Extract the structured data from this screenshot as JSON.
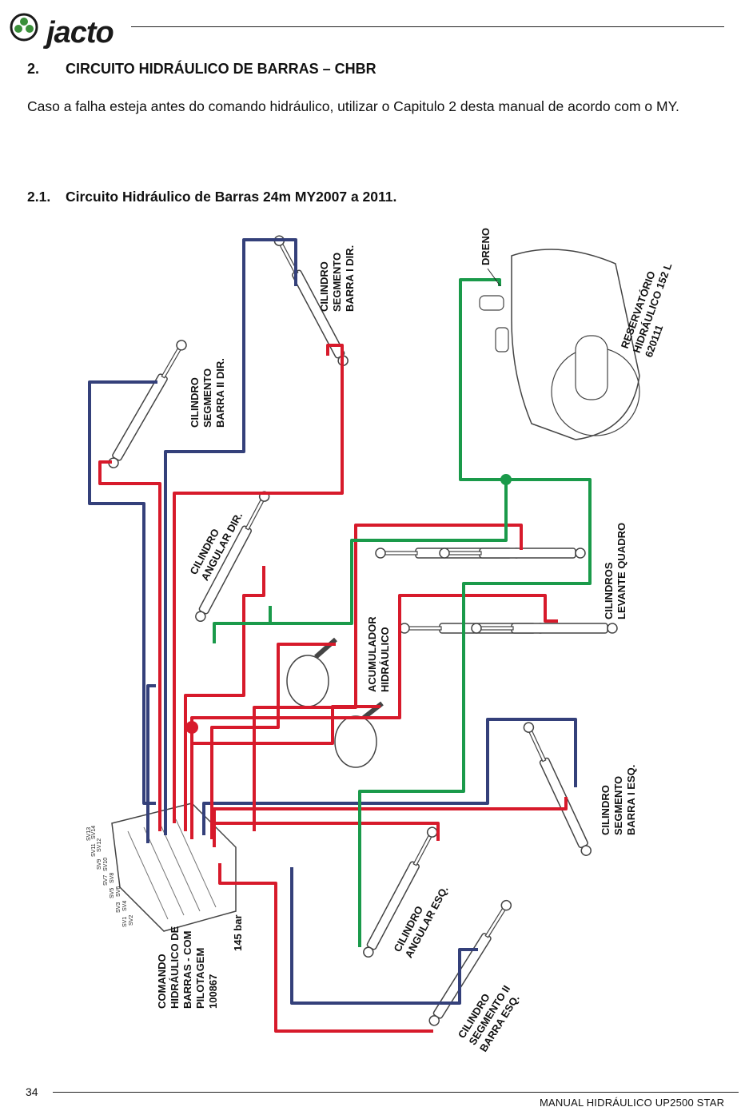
{
  "header": {
    "logo_text": "jacto"
  },
  "section": {
    "number": "2.",
    "title": "CIRCUITO HIDRÁULICO DE BARRAS – CHBR"
  },
  "intro": "Caso a falha esteja antes do comando hidráulico, utilizar o Capitulo 2 desta manual de acordo com o MY.",
  "subsection": {
    "number": "2.1.",
    "title": "Circuito Hidráulico de Barras 24m MY2007 a 2011."
  },
  "diagram": {
    "labels": {
      "dreno": "DRENO",
      "reservatorio": [
        "RESERVATÓRIO",
        "HIDRÁULICO 152 L",
        "620111"
      ],
      "seg_barra_i_dir": [
        "CILINDRO",
        "SEGMENTO",
        "BARRA I DIR."
      ],
      "seg_barra_ii_dir": [
        "CILINDRO",
        "SEGMENTO",
        "BARRA II DIR."
      ],
      "angular_dir": [
        "CILINDRO",
        "ANGULAR DIR."
      ],
      "levante_quadro": [
        "CILINDROS",
        "LEVANTE QUADRO"
      ],
      "acumulador": [
        "ACUMULADOR",
        "HIDRÁULICO"
      ],
      "seg_barra_i_esq": [
        "CILINDRO",
        "SEGMENTO",
        "BARRA I ESQ."
      ],
      "angular_esq": [
        "CILINDRO",
        "ANGULAR ESQ."
      ],
      "seg_barra_ii_esq": [
        "CILINDRO",
        "SEGMENTO II",
        "BARRA ESQ."
      ],
      "comando": [
        "COMANDO",
        "HIDRÁULICO DE",
        "BARRAS - COM",
        "PILOTAGEM",
        "100867"
      ],
      "pressao": "145 bar",
      "valve_sections": [
        "SV13",
        "SV11",
        "SV14",
        "SV12",
        "SV9",
        "SV10",
        "SV7",
        "SV8",
        "SV5",
        "SV6",
        "SV3",
        "SV4",
        "SV1",
        "SV2"
      ]
    },
    "colors": {
      "pressure": "#d71a2b",
      "return": "#34407a",
      "drain": "#1a9a4a"
    }
  },
  "footer": {
    "page": "34",
    "title": "MANUAL HIDRÁULICO UP2500 STAR"
  }
}
